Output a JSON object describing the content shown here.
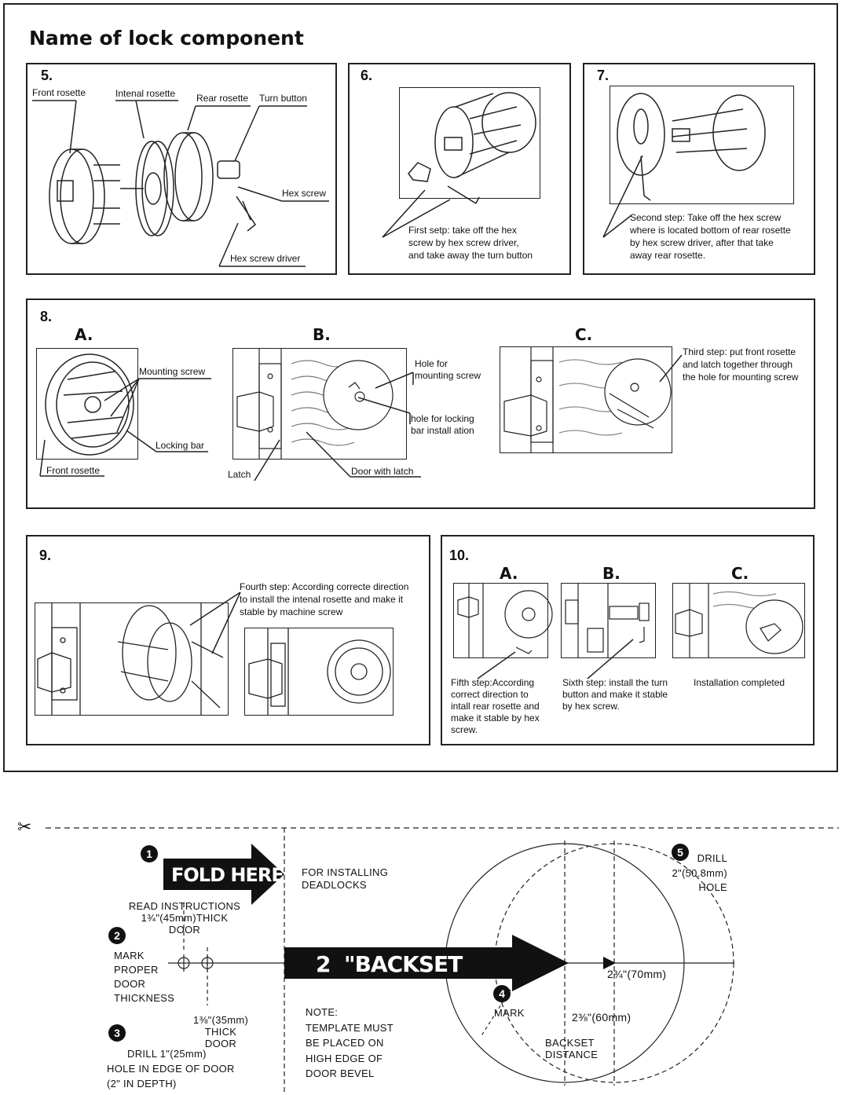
{
  "title": "Name of lock component",
  "step5": {
    "num": "5.",
    "front_rosette": "Front rosette",
    "internal_rosette": "Intenal rosette",
    "rear_rosette": "Rear rosette",
    "turn_button": "Turn button",
    "hex_screw": "Hex screw",
    "hex_screw_driver": "Hex screw driver"
  },
  "step6": {
    "num": "6.",
    "caption": [
      "First setp: take off the hex",
      "screw by hex screw driver,",
      "and take away the turn button"
    ]
  },
  "step7": {
    "num": "7.",
    "caption": [
      "Second step: Take off the hex screw",
      "where is located bottom of rear rosette",
      "by hex screw driver, after that take",
      "away rear rosette."
    ]
  },
  "step8": {
    "num": "8.",
    "a": "A.",
    "b": "B.",
    "c": "C.",
    "mounting_screw": "Mounting screw",
    "locking_bar": "Locking bar",
    "front_rosette": "Front rosette",
    "hole_mounting": [
      "Hole for",
      "mounting screw"
    ],
    "hole_locking": [
      "hole for locking",
      "bar install ation"
    ],
    "latch": "Latch",
    "door_with_latch": "Door with latch",
    "third_step": [
      "Third step: put front rosette",
      "and latch together through",
      "the hole for mounting screw"
    ]
  },
  "step9": {
    "num": "9.",
    "caption": [
      "Fourth step: According correcte direction",
      "to install the intenal rosette and make it",
      "stable by machine screw"
    ]
  },
  "step10": {
    "num": "10.",
    "a": "A.",
    "b": "B.",
    "c": "C.",
    "fifth": [
      "Fifth step:According",
      "correct direction to",
      "intall rear rosette and",
      "make it stable by hex",
      "screw."
    ],
    "sixth": [
      "Sixth step: install the turn",
      "button and make it stable",
      "by hex screw."
    ],
    "done": "Installation completed"
  },
  "template": {
    "n1": "1",
    "n2": "2",
    "n3": "3",
    "n4": "4",
    "n5": "5",
    "fold_here": "FOLD HERE",
    "for_installing": [
      "FOR INSTALLING",
      "DEADLOCKS"
    ],
    "read_instructions": [
      "READ INSTRUCTIONS",
      "1¾\"(45mm)THICK",
      "DOOR"
    ],
    "mark_proper": [
      "MARK",
      "PROPER",
      "DOOR",
      "THICKNESS"
    ],
    "thick35": [
      "1⅜\"(35mm)",
      "THICK",
      "DOOR"
    ],
    "drill_hole": [
      "DRILL 1\"(25mm)",
      "HOLE IN EDGE OF DOOR",
      "(2\" IN DEPTH)"
    ],
    "backset_arrow": "2  \"BACKSET",
    "note": [
      "NOTE:",
      "TEMPLATE MUST",
      "BE PLACED ON",
      "HIGH EDGE OF",
      "DOOR BEVEL"
    ],
    "mark": "MARK",
    "drill2": [
      "DRILL",
      "2\"(50.8mm)",
      "HOLE"
    ],
    "d70": "2¾\"(70mm)",
    "d60": "2⅜\"(60mm)",
    "backset_distance": [
      "BACKSET",
      "DISTANCE"
    ]
  }
}
